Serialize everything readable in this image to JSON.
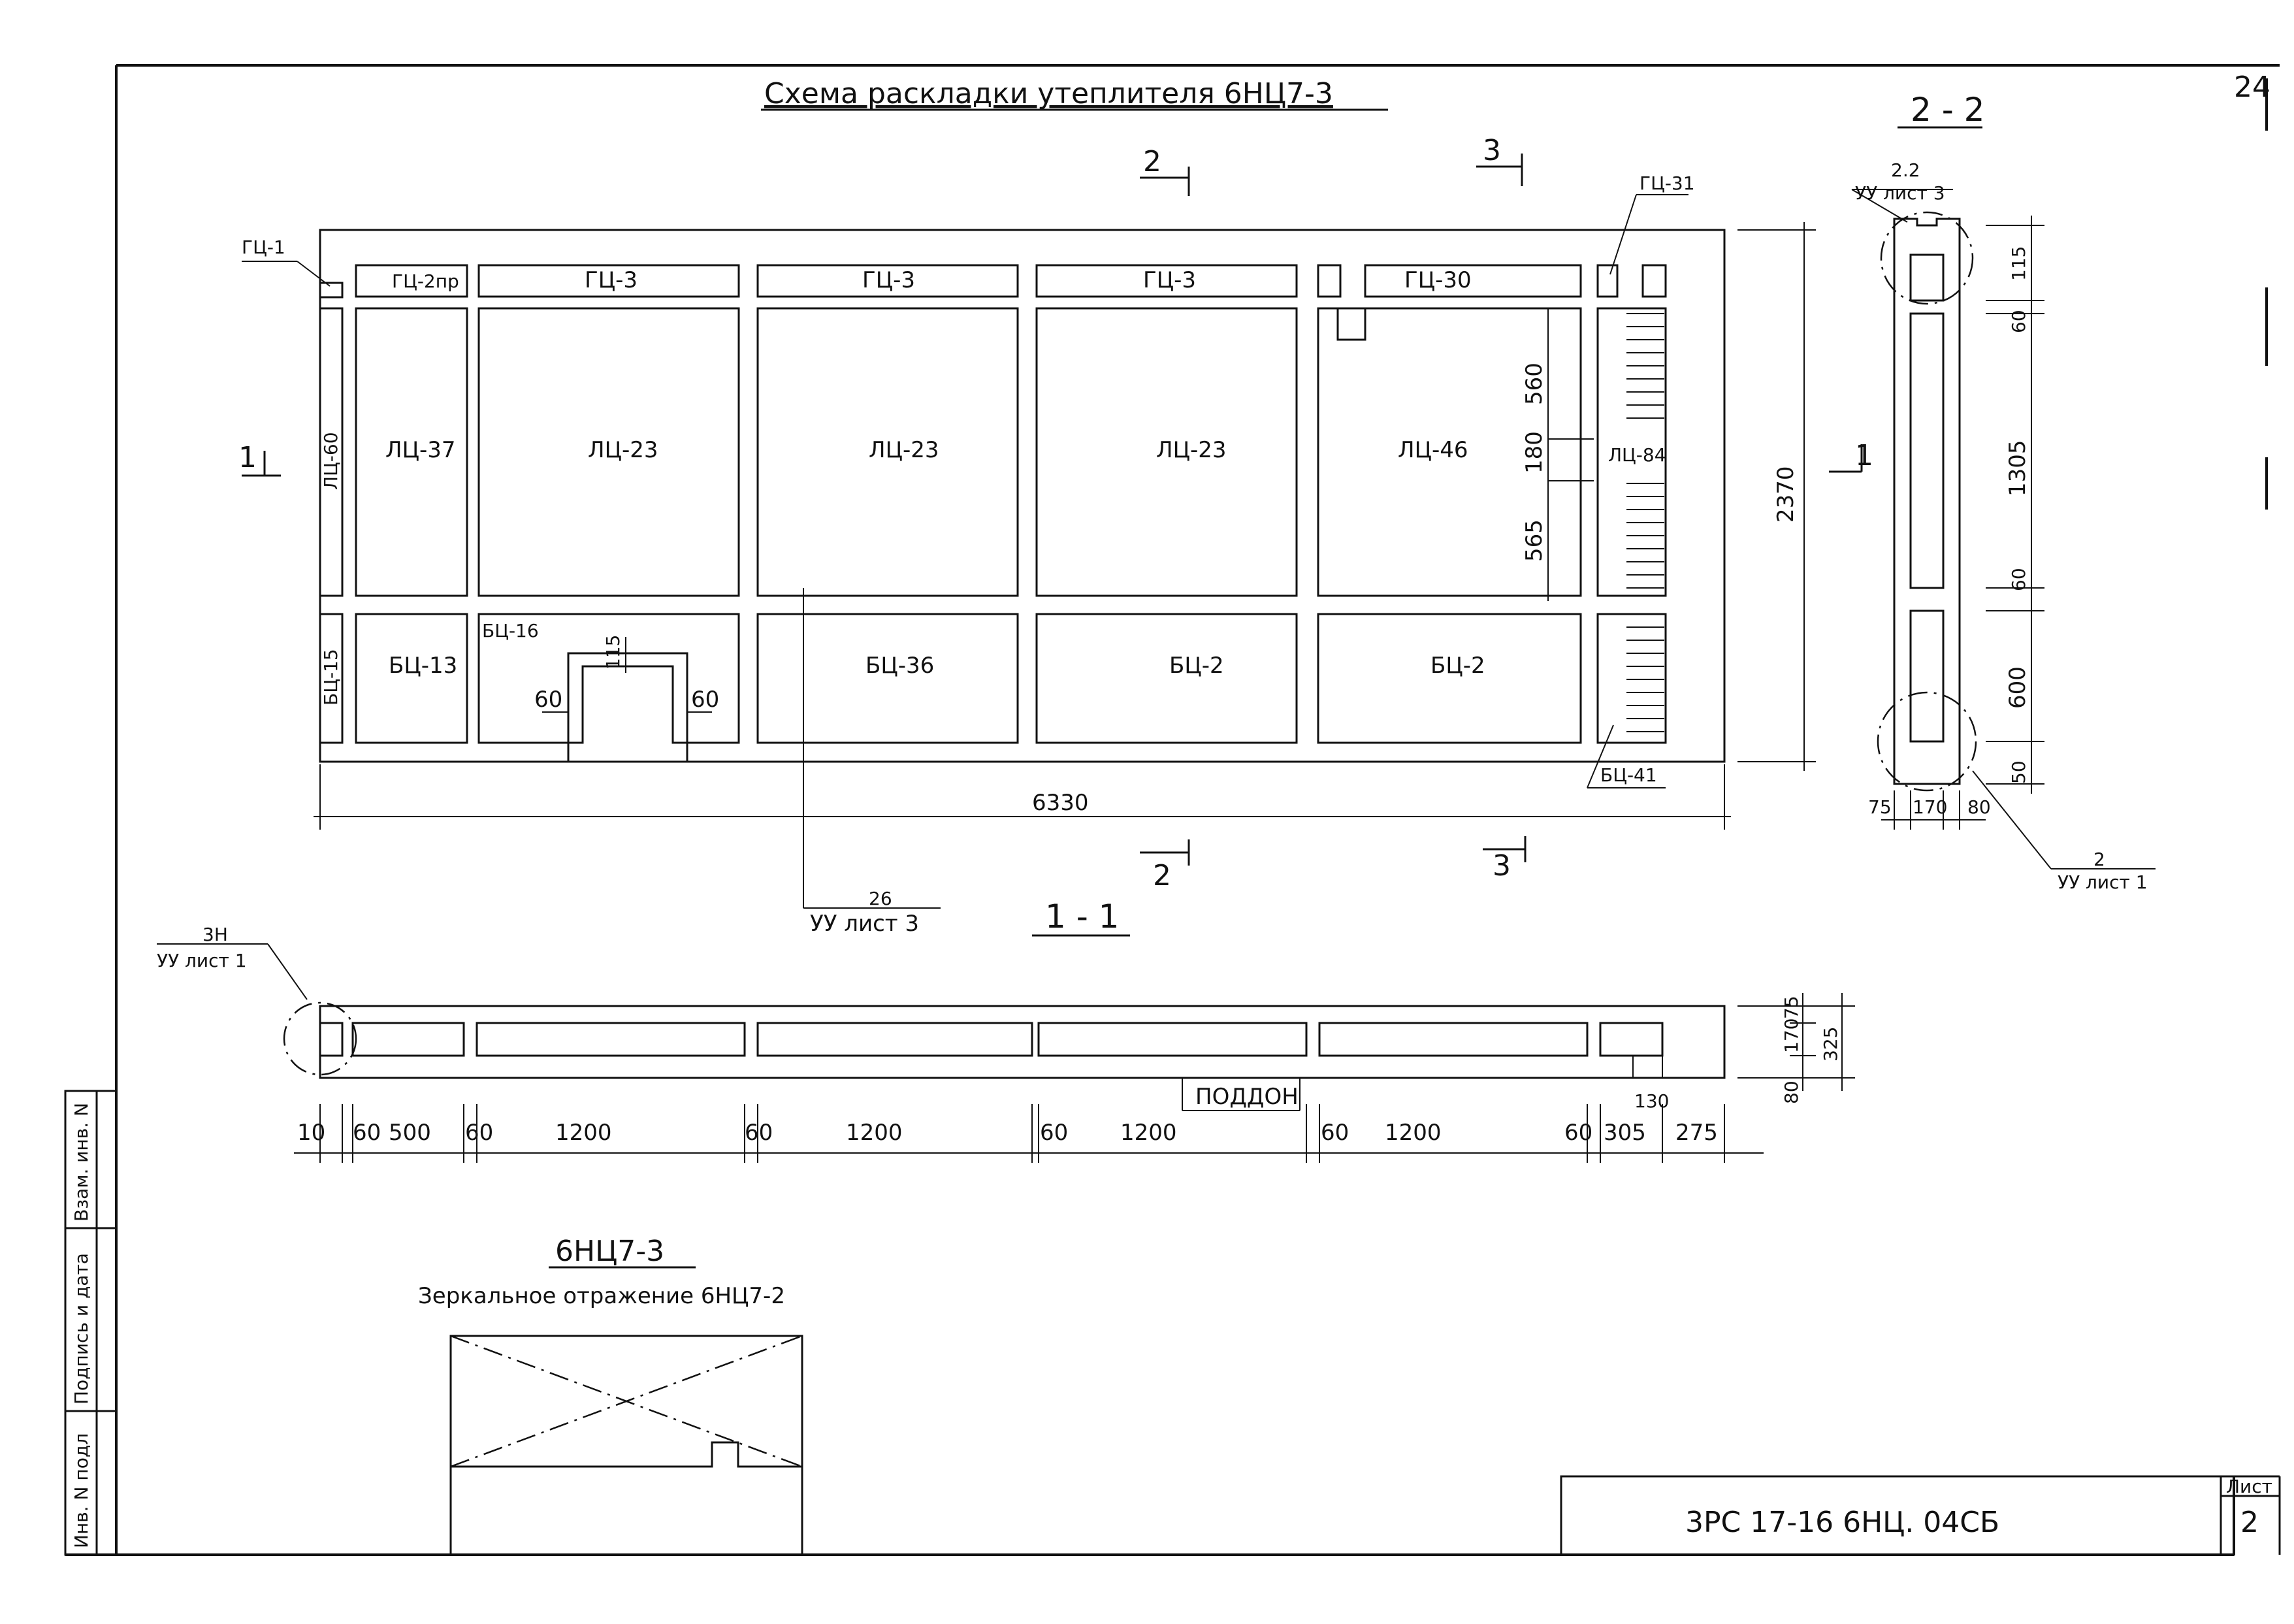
{
  "sheet_number_corner": "24",
  "title": "Схема раскладки утеплителя 6НЦ7-3",
  "views": {
    "section_2_2": "2 - 2",
    "section_1_1": "1 - 1"
  },
  "section_marks": {
    "s1": "1",
    "s2": "2",
    "s3": "3"
  },
  "plan_labels": {
    "top_row": [
      "ГЦ-2пр",
      "ГЦ-3",
      "ГЦ-3",
      "ГЦ-3",
      "ГЦ-30"
    ],
    "middle_row": [
      "ЛЦ-37",
      "ЛЦ-23",
      "ЛЦ-23",
      "ЛЦ-23",
      "ЛЦ-46",
      "ЛЦ-84"
    ],
    "bottom_row": [
      "БЦ-13",
      "БЦ-36",
      "БЦ-2",
      "БЦ-2"
    ],
    "left_col_mid": "ЛЦ-60",
    "left_col_bot": "БЦ-15",
    "bc16": "БЦ-16",
    "gc1": "ГЦ-1",
    "gc31": "ГЦ-31",
    "bc41": "БЦ-41"
  },
  "plan_dims": {
    "overall_width": "6330",
    "overall_height": "2370",
    "v560": "560",
    "v180": "180",
    "v565": "565",
    "notch_h": "115",
    "notch_left": "60",
    "notch_right": "60"
  },
  "callouts": {
    "c26_num": "26",
    "c26_sheet": "УУ лист 3",
    "c3_num": "3Н",
    "c3_sheet": "УУ лист 1",
    "c22_num": "2.2",
    "c22_sheet": "УУ лист 3",
    "c2_num": "2",
    "c2_sheet": "УУ лист 1",
    "podon": "ПОДДОН"
  },
  "section_1_1_dims": [
    "10",
    "60",
    "500",
    "60",
    "1200",
    "60",
    "1200",
    "60",
    "1200",
    "60",
    "1200",
    "60",
    "305",
    "275"
  ],
  "section_1_1_sub": "130",
  "section_1_1_vert": [
    "75",
    "170",
    "80",
    "325"
  ],
  "section_2_2_dims": {
    "right": [
      "115",
      "60",
      "1305",
      "60",
      "600",
      "50"
    ],
    "bottom": [
      "75",
      "170",
      "80"
    ]
  },
  "note": {
    "title": "6НЦ7-3",
    "text": "Зеркальное отражение 6НЦ7-2"
  },
  "stamp": {
    "code": "3РС 17-16  6НЦ. 04СБ",
    "sheet_label": "Лист",
    "sheet_value": "2"
  },
  "side_stamp": [
    "Инв. N подл",
    "Подпись и дата",
    "Взам. инв. N"
  ]
}
